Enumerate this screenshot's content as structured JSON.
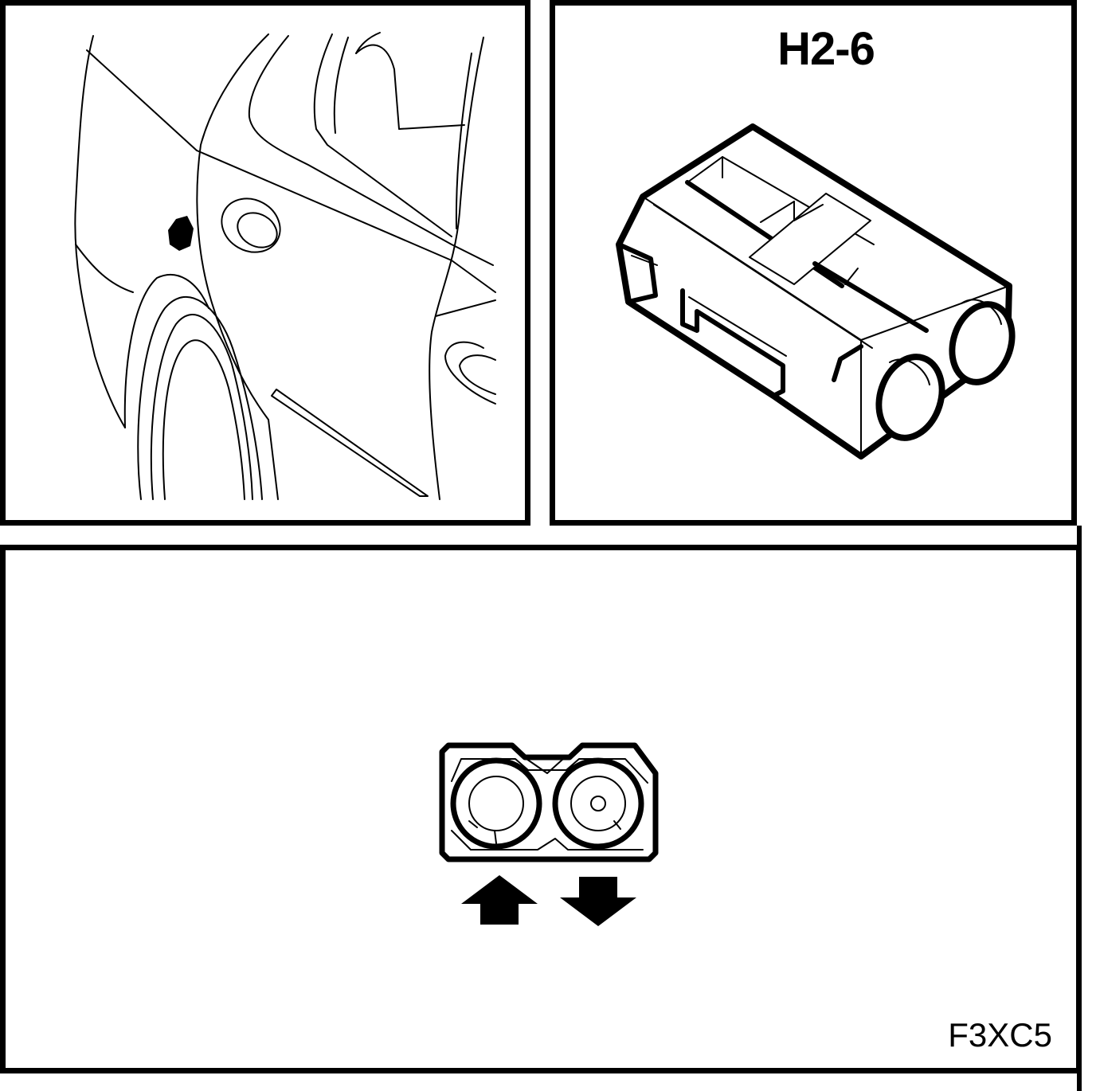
{
  "diagram": {
    "connector_label": "H2-6",
    "figure_code": "F3XC5",
    "panels": {
      "vehicle_location": "rear-quarter-view",
      "connector_view": "connector-harness-view",
      "connector_face": "connector-terminal-face"
    },
    "icons": {
      "location_marker": "connector-location-marker",
      "arrow_up": "arrow-up-icon",
      "arrow_down": "arrow-down-icon"
    },
    "colors": {
      "line": "#000000",
      "background": "#ffffff"
    }
  }
}
